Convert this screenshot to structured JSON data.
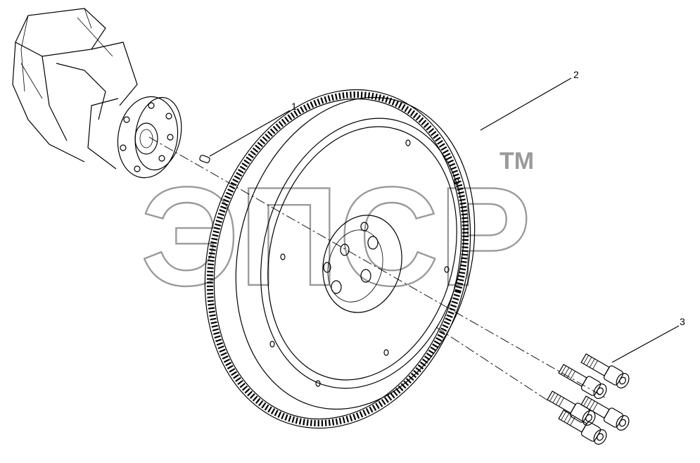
{
  "callouts": [
    "1",
    "2",
    "3"
  ],
  "watermark": {
    "text": "ЭПСР",
    "tm": "TM"
  },
  "colors": {
    "line": "#000000",
    "watermark": "#9a9a9a",
    "background": "#ffffff"
  }
}
